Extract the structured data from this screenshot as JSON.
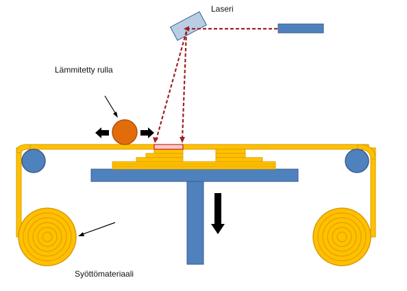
{
  "labels": {
    "laser": "Laseri",
    "heated_roller": "Lämmitetty rulla",
    "feed_material": "Syöttömateriaali"
  },
  "colors": {
    "laser_head": "#b9cde5",
    "laser_beam": "#a02020",
    "laser_source": "#4f81bd",
    "platform": "#4f81bd",
    "foil_gold": "#ffc000",
    "foil_outline": "#e0a000",
    "roller": "#e36c0a",
    "guide_roller": "#4f81bd",
    "arrow": "#000000",
    "cut_layer": "#f8c8c8"
  },
  "icons": [
    "left-arrow-icon",
    "right-arrow-icon",
    "down-arrow-icon"
  ]
}
